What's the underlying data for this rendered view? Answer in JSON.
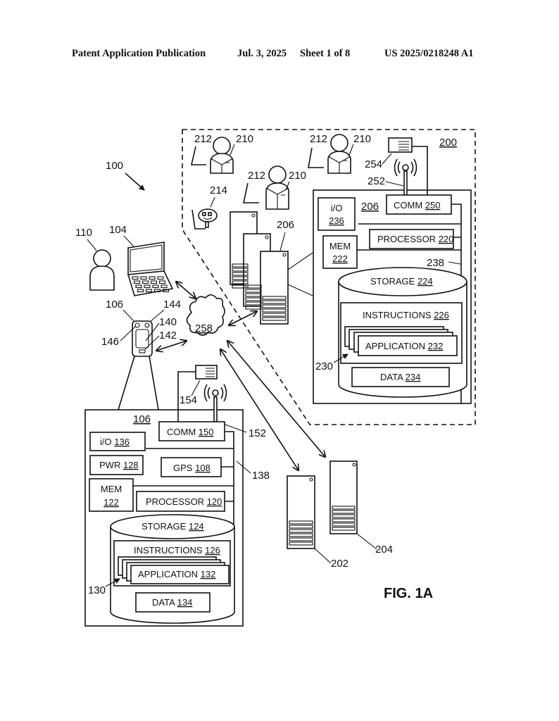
{
  "header": {
    "publication": "Patent Application Publication",
    "date": "Jul. 3, 2025",
    "sheet": "Sheet 1 of 8",
    "number": "US 2025/0218248 A1"
  },
  "figure": {
    "label": "FIG. 1A",
    "system_ref": "100",
    "user": {
      "ref": "110"
    },
    "laptop": {
      "ref": "104"
    },
    "phone": {
      "ref": "106",
      "refs": [
        "144",
        "140",
        "142",
        "146"
      ]
    },
    "network": {
      "ref": "258"
    },
    "servers": {
      "ref_202": "202",
      "ref_204": "204",
      "ref_206": "206"
    },
    "facility": {
      "ref": "200",
      "people": [
        {
          "person_ref": "210",
          "station_ref": "212"
        },
        {
          "person_ref": "210",
          "station_ref": "212"
        },
        {
          "person_ref": "210",
          "station_ref": "212"
        }
      ],
      "robot_ref": "214"
    },
    "server_box": {
      "ref": "206",
      "bus_ref": "238",
      "antenna_ref": "252",
      "display_ref": "254",
      "io": {
        "name": "i/O",
        "ref": "236"
      },
      "comm": {
        "name": "COMM",
        "ref": "250"
      },
      "processor": {
        "name": "PROCESSOR",
        "ref": "220"
      },
      "mem": {
        "name": "MEM",
        "ref": "222"
      },
      "storage": {
        "name": "STORAGE",
        "ref": "224"
      },
      "instructions": {
        "name": "INSTRUCTIONS",
        "ref": "226"
      },
      "application": {
        "name": "APPLICATION",
        "ref": "232"
      },
      "apps_ref": "230",
      "data": {
        "name": "DATA",
        "ref": "234"
      }
    },
    "device_box": {
      "ref": "106",
      "bus_ref": "138",
      "antenna_ref": "152",
      "display_ref": "154",
      "io": {
        "name": "i/O",
        "ref": "136"
      },
      "comm": {
        "name": "COMM",
        "ref": "150"
      },
      "pwr": {
        "name": "PWR",
        "ref": "128"
      },
      "gps": {
        "name": "GPS",
        "ref": "108"
      },
      "mem": {
        "name": "MEM",
        "ref": "122"
      },
      "processor": {
        "name": "PROCESSOR",
        "ref": "120"
      },
      "storage": {
        "name": "STORAGE",
        "ref": "124"
      },
      "instructions": {
        "name": "INSTRUCTIONS",
        "ref": "126"
      },
      "application": {
        "name": "APPLICATION",
        "ref": "132"
      },
      "apps_ref": "130",
      "data": {
        "name": "DATA",
        "ref": "134"
      }
    }
  }
}
